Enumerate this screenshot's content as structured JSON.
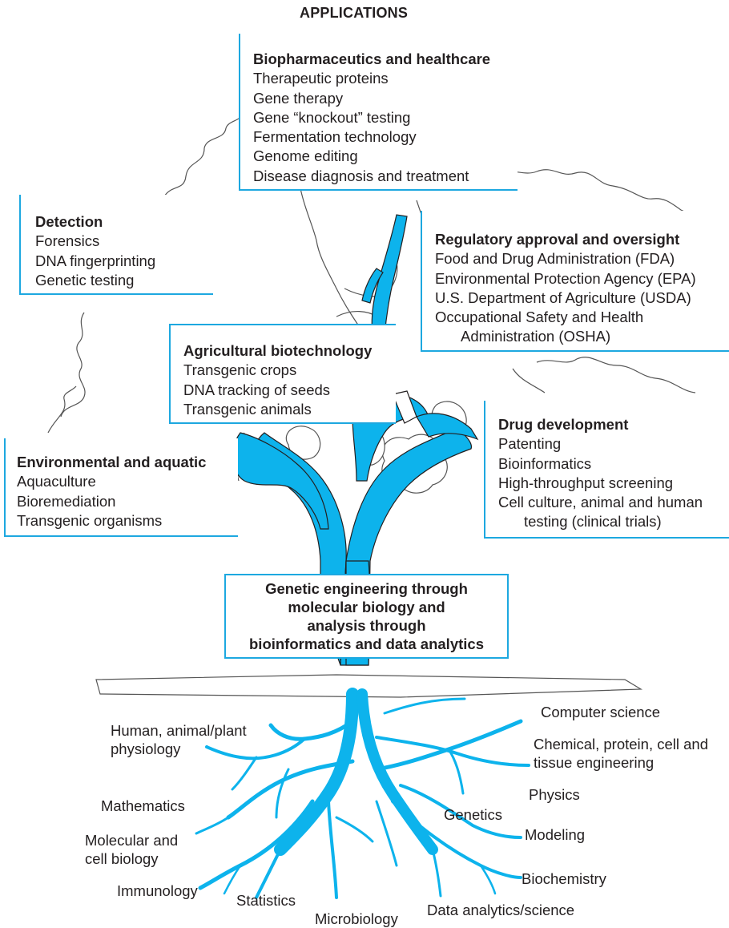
{
  "heading": "APPLICATIONS",
  "boxes": {
    "biopharma": {
      "title": "Biopharmaceutics and healthcare",
      "items": [
        "Therapeutic proteins",
        "Gene therapy",
        "Gene “knockout” testing",
        "Fermentation technology",
        "Genome editing",
        "Disease diagnosis and treatment"
      ]
    },
    "detection": {
      "title": "Detection",
      "items": [
        "Forensics",
        "DNA fingerprinting",
        "Genetic testing"
      ]
    },
    "regulatory": {
      "title": "Regulatory approval and oversight",
      "items": [
        "Food and Drug Administration (FDA)",
        "Environmental Protection Agency (EPA)",
        "U.S. Department of Agriculture (USDA)",
        "Occupational Safety and Health",
        "Administration (OSHA)"
      ]
    },
    "agricultural": {
      "title": "Agricultural biotechnology",
      "items": [
        "Transgenic crops",
        "DNA tracking of seeds",
        "Transgenic animals"
      ]
    },
    "drug": {
      "title": "Drug development",
      "items": [
        "Patenting",
        "Bioinformatics",
        "High-throughput screening",
        "Cell culture, animal and human",
        "testing (clinical trials)"
      ]
    },
    "environmental": {
      "title": "Environmental and aquatic",
      "items": [
        "Aquaculture",
        "Bioremediation",
        "Transgenic organisms"
      ]
    }
  },
  "trunk": {
    "lines": [
      "Genetic engineering through",
      "molecular biology and",
      "analysis through",
      "bioinformatics and data analytics"
    ]
  },
  "roots": {
    "human_physiology": [
      "Human, animal/plant",
      "physiology"
    ],
    "mathematics": "Mathematics",
    "molecular_cell": [
      "Molecular and",
      "cell biology"
    ],
    "immunology": "Immunology",
    "statistics": "Statistics",
    "microbiology": "Microbiology",
    "data_analytics": "Data analytics/science",
    "biochemistry": "Biochemistry",
    "modeling": "Modeling",
    "genetics": "Genetics",
    "physics": "Physics",
    "chemical": [
      "Chemical, protein, cell and",
      "tissue engineering"
    ],
    "computer_science": "Computer science"
  },
  "colors": {
    "tree_fill": "#0db3ec",
    "box_border": "#1da8e0",
    "text": "#231f20",
    "outline": "#4d4d4d"
  }
}
